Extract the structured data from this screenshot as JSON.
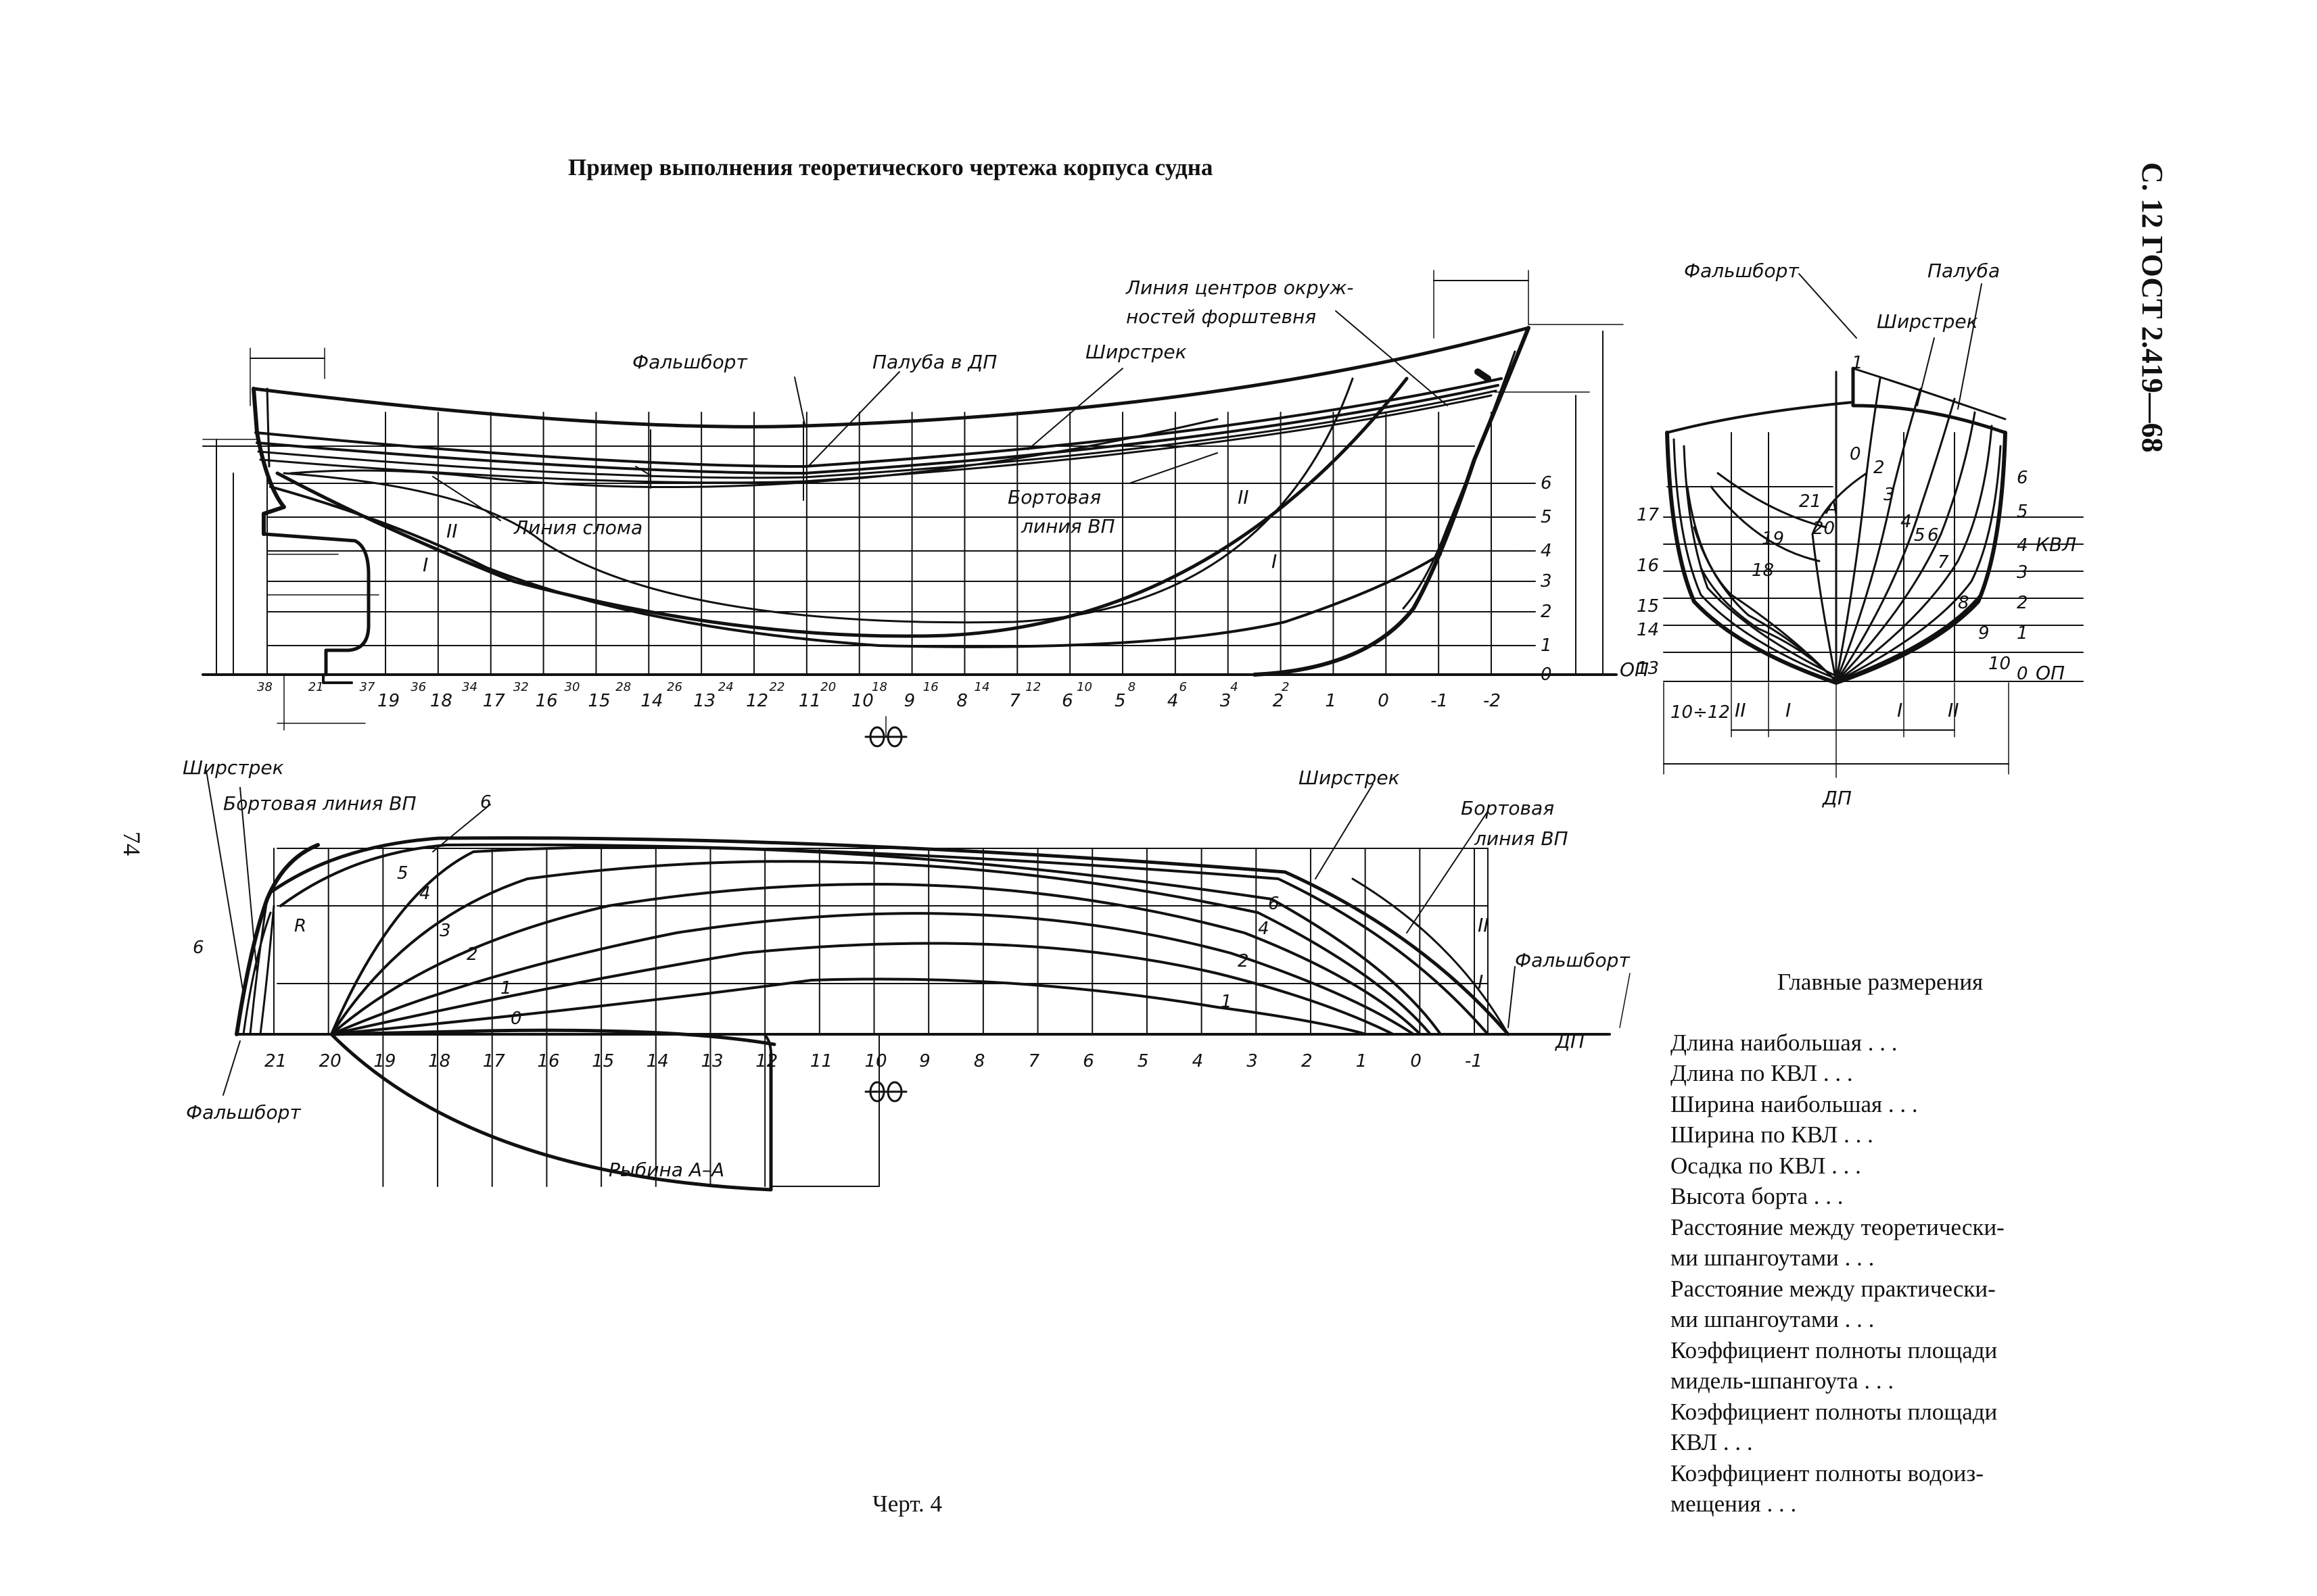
{
  "title": "Пример выполнения теоретического чертежа корпуса судна",
  "side_header": "С. 12 ГОСТ 2.419—68",
  "page_number": "74",
  "caption": "Черт. 4",
  "labels": {
    "falshbort": "Фальшборт",
    "paluba_dp": "Палуба в ДП",
    "shirstrek": "Ширстрек",
    "liniya_centrov_1": "Линия центров окруж-",
    "liniya_centrov_2": "ностей форштевня",
    "bortovaya": "Бортовая",
    "liniya_vp": "линия ВП",
    "bortovaya_vp": "Бортовая линия ВП",
    "liniya_sloma": "Линия слома",
    "paluba": "Палуба",
    "rybina": "Рыбина А–А",
    "dp": "ДП",
    "op": "ОП",
    "kvl": "КВЛ",
    "range_10_12": "10÷12",
    "roman_1": "I",
    "roman_2": "II",
    "r": "R"
  },
  "waterlines": [
    "0",
    "1",
    "2",
    "3",
    "4",
    "5",
    "6"
  ],
  "profile_stations": [
    "19",
    "18",
    "17",
    "16",
    "15",
    "14",
    "13",
    "12",
    "11",
    "10",
    "9",
    "8",
    "7",
    "6",
    "5",
    "4",
    "3",
    "2",
    "1",
    "0",
    "-1",
    "-2"
  ],
  "profile_frames": [
    "38",
    "21",
    "37",
    "36",
    "34",
    "32",
    "30",
    "28",
    "26",
    "24",
    "22",
    "20",
    "18",
    "16",
    "14",
    "12",
    "10",
    "8",
    "6",
    "4",
    "2"
  ],
  "plan_stations": [
    "21",
    "20",
    "19",
    "18",
    "17",
    "16",
    "15",
    "14",
    "13",
    "12",
    "11",
    "10",
    "9",
    "8",
    "7",
    "6",
    "5",
    "4",
    "3",
    "2",
    "1",
    "0",
    "-1"
  ],
  "body_left_numbers": [
    "17",
    "16",
    "15",
    "14",
    "13"
  ],
  "body_right_numbers": [
    "6",
    "5",
    "4",
    "3",
    "2",
    "1",
    "0"
  ],
  "body_frame_labels": [
    "21",
    "20",
    "19",
    "18",
    "A",
    "1",
    "0",
    "2",
    "3",
    "4",
    "5",
    "6",
    "7",
    "8",
    "9",
    "10"
  ],
  "main_dimensions": {
    "heading": "Главные размерения",
    "items": [
      "Длина наибольшая . . .",
      "Длина по КВЛ . . .",
      "Ширина наибольшая . . .",
      "Ширина по КВЛ . . .",
      "Осадка по КВЛ . . .",
      "Высота борта . . .",
      "Расстояние между теоретически-",
      "ми шпангоутами . . .",
      "Расстояние между практически-",
      "ми шпангоутами . . .",
      "Коэффициент полноты площади",
      "мидель-шпангоута . . .",
      "Коэффициент полноты площади",
      "КВЛ . . .",
      "Коэффициент полноты водоиз-",
      "мещения . . ."
    ]
  }
}
